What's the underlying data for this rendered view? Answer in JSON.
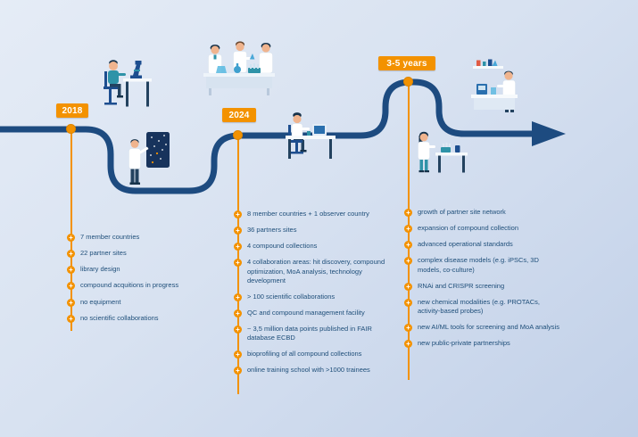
{
  "colors": {
    "accent": "#f39200",
    "timeline": "#1d4b80",
    "text": "#1e4e79"
  },
  "icons": {
    "bullet": "plus-icon",
    "bullet_glyph": "+"
  },
  "milestones": [
    {
      "label": "2018",
      "items": [
        "7 member countries",
        "22 partner sites",
        "library design",
        "compound acquitions in progress",
        "no equipment",
        "no scientific collaborations"
      ]
    },
    {
      "label": "2024",
      "items": [
        "8 member countries + 1 observer country",
        "36 partners sites",
        "4 compound collections",
        "4 collaboration areas: hit discovery, compound optimization, MoA analysis, technology development",
        "> 100 scientific collaborations",
        "QC and compound management facility",
        "~ 3,5 million data points published in FAIR database ECBD",
        "bioprofiling of all compound collections",
        "online training school with >1000 trainees"
      ]
    },
    {
      "label": "3-5 years",
      "items": [
        "growth of partner site network",
        "expansion of compound collection",
        "advanced operational standards",
        "complex disease models (e.g. iPSCs, 3D models, co-culture)",
        "RNAi and CRISPR screening",
        "new chemical modalities (e.g. PROTACs, activity-based probes)",
        "new AI/ML tools for screening and MoA analysis",
        "new public-private partnerships"
      ]
    }
  ]
}
